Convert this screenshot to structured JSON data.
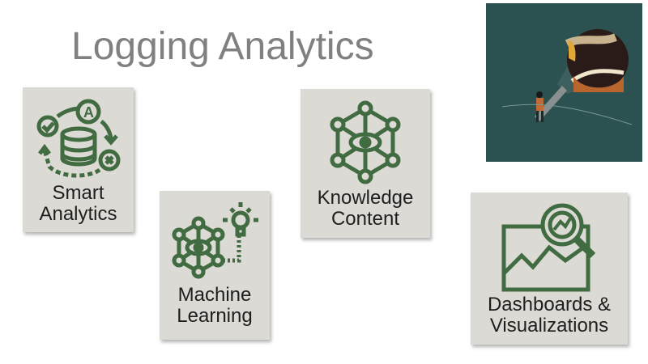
{
  "title": "Logging Analytics",
  "colors": {
    "accent": "#416b41",
    "tile": "#dcdad5",
    "title": "#808080",
    "hero_bg": "#2c5151"
  },
  "tiles": [
    {
      "icon": "smart-analytics-cycle-icon",
      "line1": "Smart",
      "line2": "Analytics"
    },
    {
      "icon": "machine-learning-network-bulb-icon",
      "line1": "Machine",
      "line2": "Learning"
    },
    {
      "icon": "knowledge-network-eye-icon",
      "line1": "Knowledge",
      "line2": "Content"
    },
    {
      "icon": "dashboard-magnifier-chart-icon",
      "line1": "Dashboards &",
      "line2": "Visualizations"
    }
  ],
  "hero": {
    "icon": "flashlight-illustration"
  }
}
